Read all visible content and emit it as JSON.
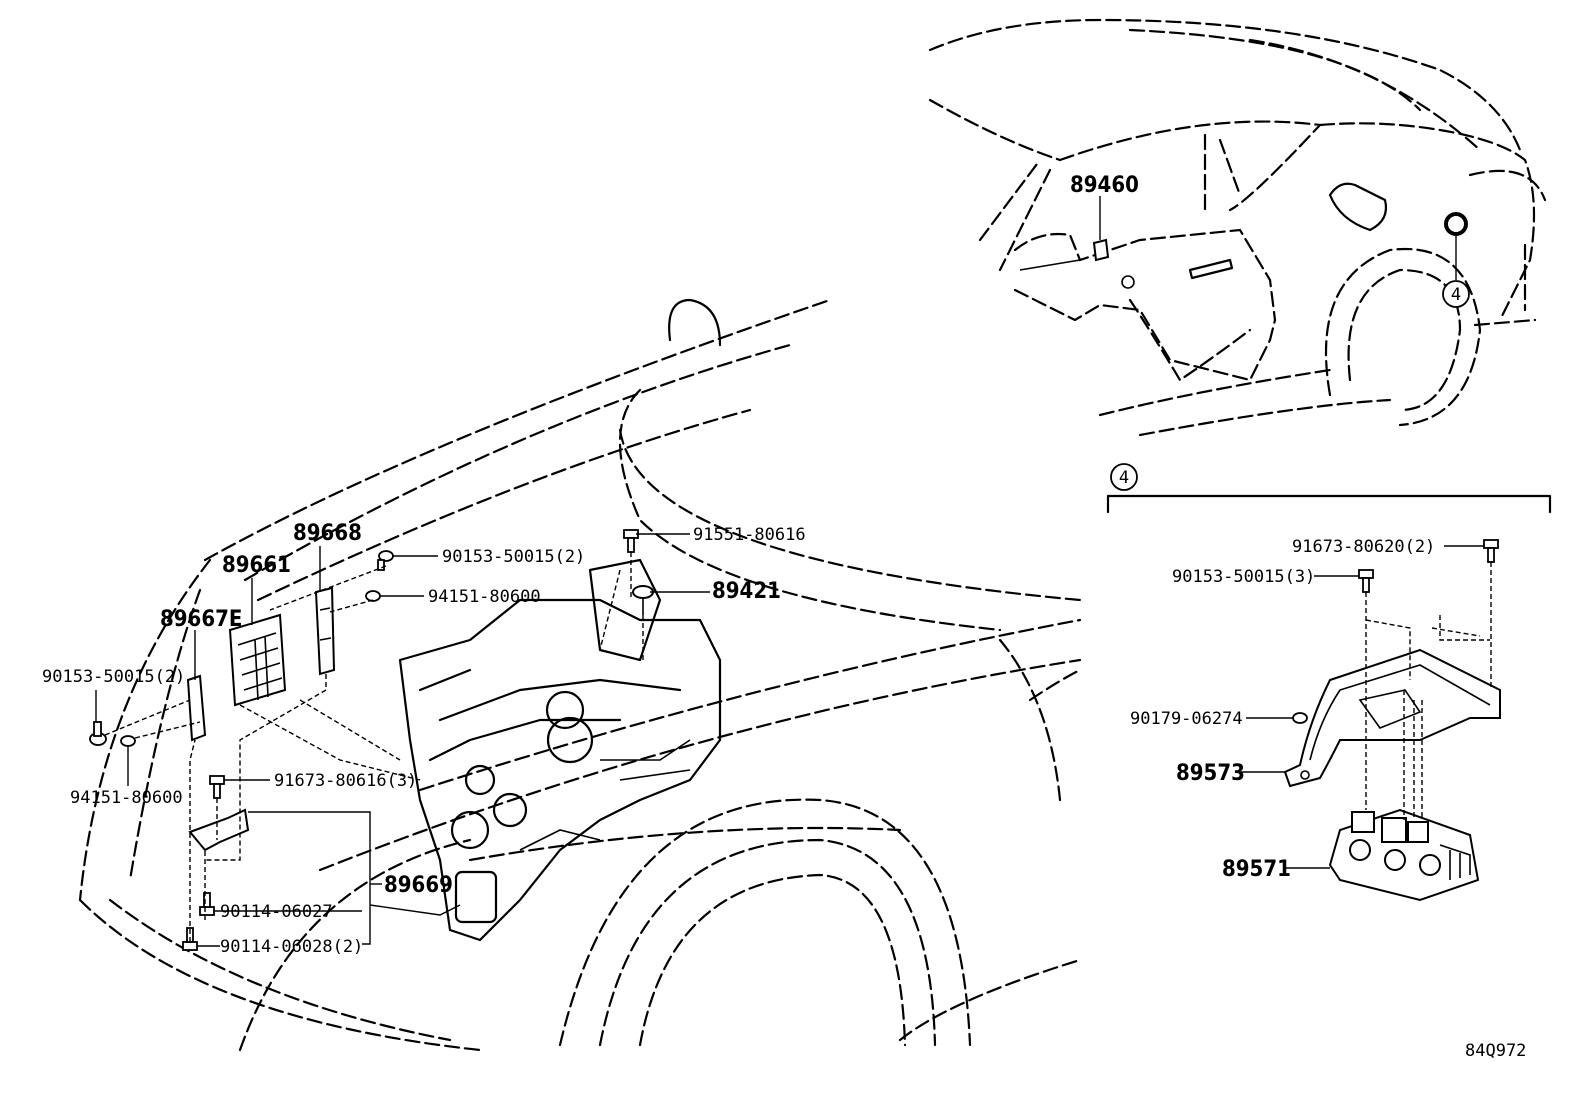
{
  "diagram": {
    "reference_code": "84Q972",
    "callout_marker": "4",
    "main_labels": [
      {
        "id": "p89661",
        "text": "89661"
      },
      {
        "id": "p89668",
        "text": "89668"
      },
      {
        "id": "p89667E",
        "text": "89667E"
      },
      {
        "id": "p89421",
        "text": "89421"
      },
      {
        "id": "p89669",
        "text": "89669"
      },
      {
        "id": "p89460",
        "text": "89460"
      },
      {
        "id": "p89573",
        "text": "89573"
      },
      {
        "id": "p89571",
        "text": "89571"
      }
    ],
    "small_labels": [
      {
        "id": "b91551",
        "text": "91551-80616"
      },
      {
        "id": "b90153a",
        "text": "90153-50015(2)"
      },
      {
        "id": "b94151a",
        "text": "94151-80600"
      },
      {
        "id": "b90153b",
        "text": "90153-50015(2)"
      },
      {
        "id": "b94151b",
        "text": "94151-80600"
      },
      {
        "id": "b91673a",
        "text": "91673-80616(3)"
      },
      {
        "id": "b90114a",
        "text": "90114-06027"
      },
      {
        "id": "b90114b",
        "text": "90114-06028(2)"
      },
      {
        "id": "b91673b",
        "text": "91673-80620(2)"
      },
      {
        "id": "b90153c",
        "text": "90153-50015(3)"
      },
      {
        "id": "b90179",
        "text": "90179-06274"
      }
    ]
  }
}
